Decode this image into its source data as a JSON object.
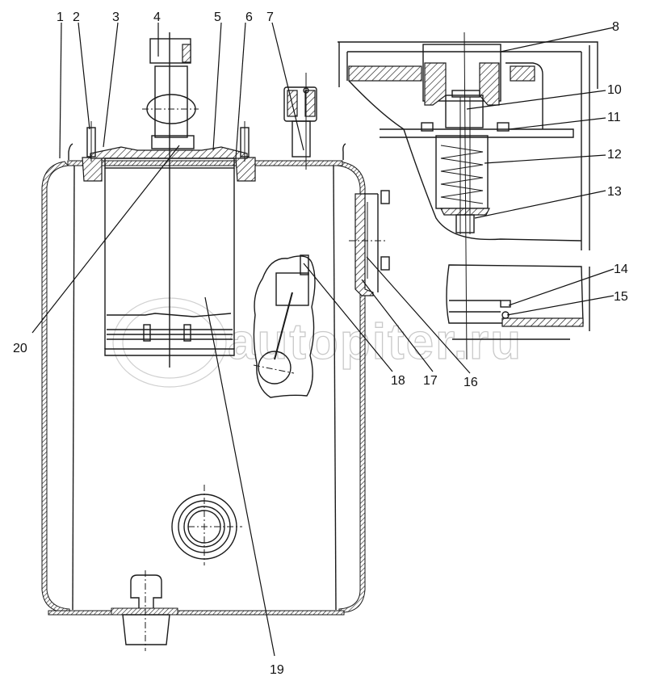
{
  "diagram": {
    "subject": "Fuel tank assembly with fuel level sensor and drain plug, cross-section and detail view",
    "watermark": "autopiter.ru",
    "callouts": [
      {
        "id": "1",
        "text": "1"
      },
      {
        "id": "2",
        "text": "2"
      },
      {
        "id": "3",
        "text": "3"
      },
      {
        "id": "4",
        "text": "4"
      },
      {
        "id": "5",
        "text": "5"
      },
      {
        "id": "6",
        "text": "6"
      },
      {
        "id": "7",
        "text": "7"
      },
      {
        "id": "8",
        "text": "8"
      },
      {
        "id": "10",
        "text": "10"
      },
      {
        "id": "11",
        "text": "11"
      },
      {
        "id": "12",
        "text": "12"
      },
      {
        "id": "13",
        "text": "13"
      },
      {
        "id": "14",
        "text": "14"
      },
      {
        "id": "15",
        "text": "15"
      },
      {
        "id": "16",
        "text": "16"
      },
      {
        "id": "17",
        "text": "17"
      },
      {
        "id": "18",
        "text": "18"
      },
      {
        "id": "19",
        "text": "19"
      },
      {
        "id": "20",
        "text": "20"
      }
    ]
  }
}
